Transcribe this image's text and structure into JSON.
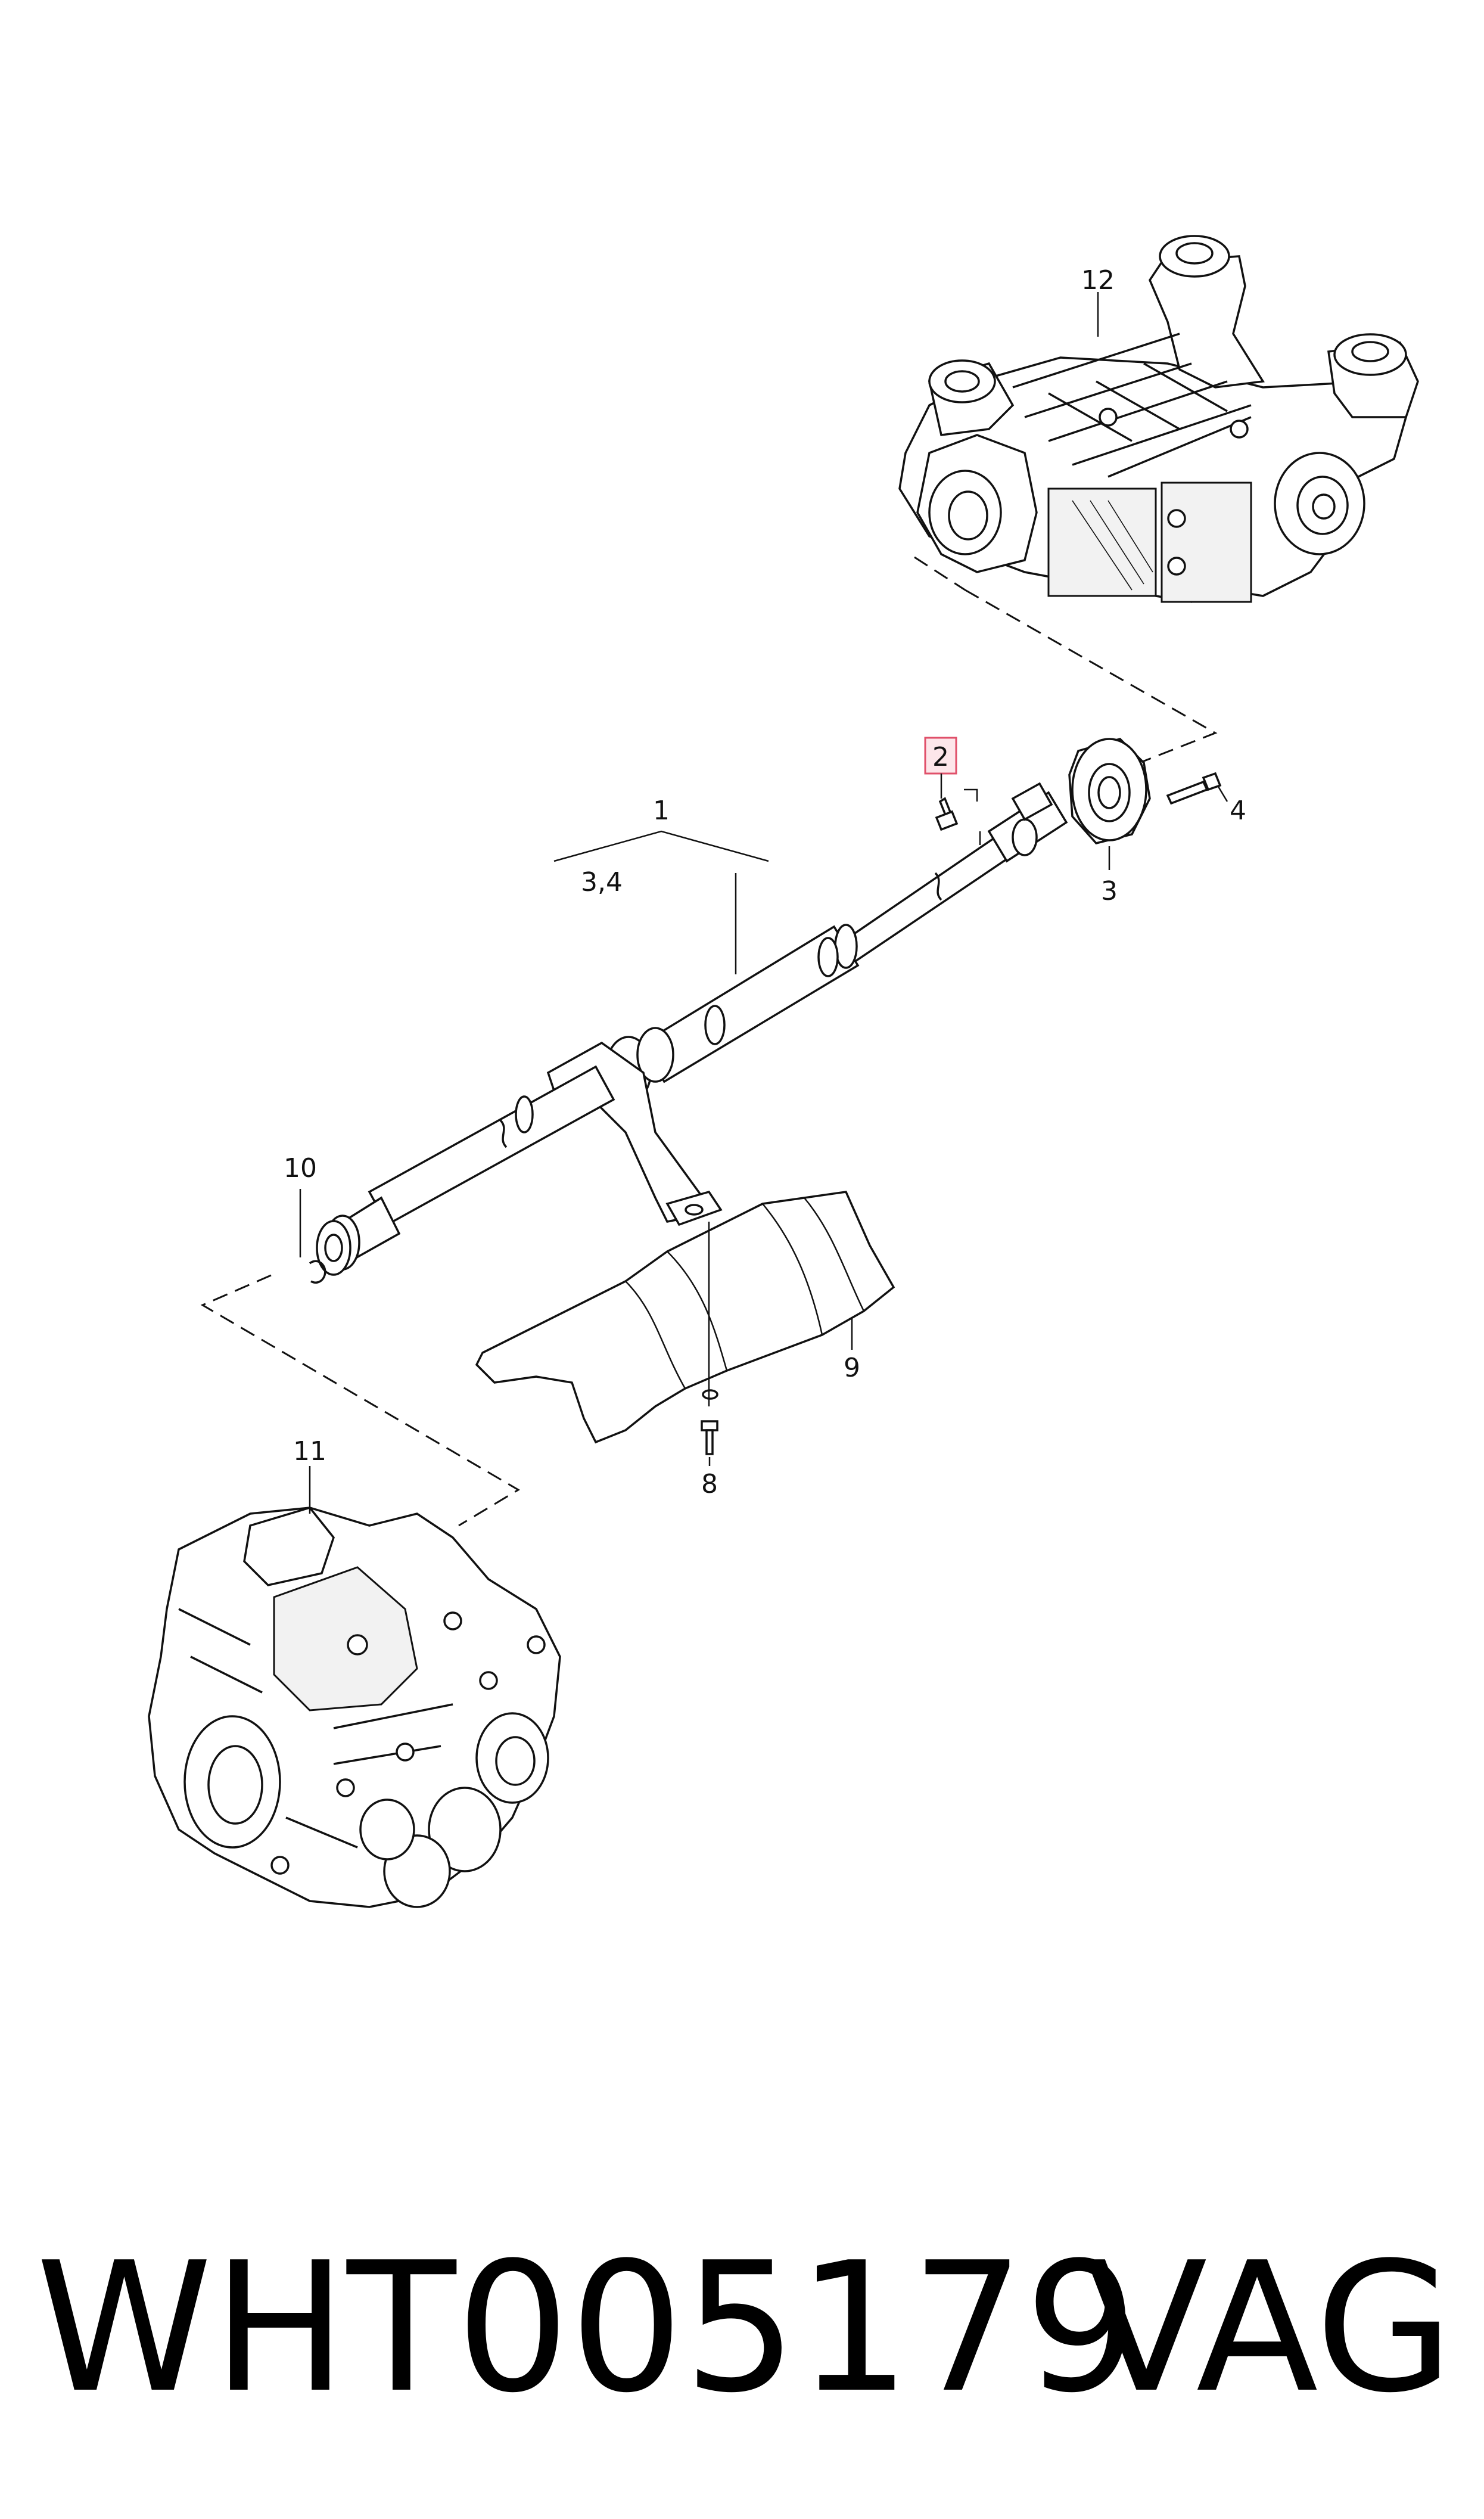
{
  "diagram": {
    "callouts": {
      "shaft": "1",
      "shaft_sub": "3,4",
      "bolt_highlighted": "2",
      "flex_disc": "3",
      "bolt_rear": "4",
      "bolt_bracket": "8",
      "heat_shield": "9",
      "circlip": "10",
      "gearbox": "11",
      "rear_diff": "12"
    },
    "highlight_color": "#e0506a"
  },
  "footer": {
    "part_number": "WHT005179",
    "brand": "VAG"
  }
}
